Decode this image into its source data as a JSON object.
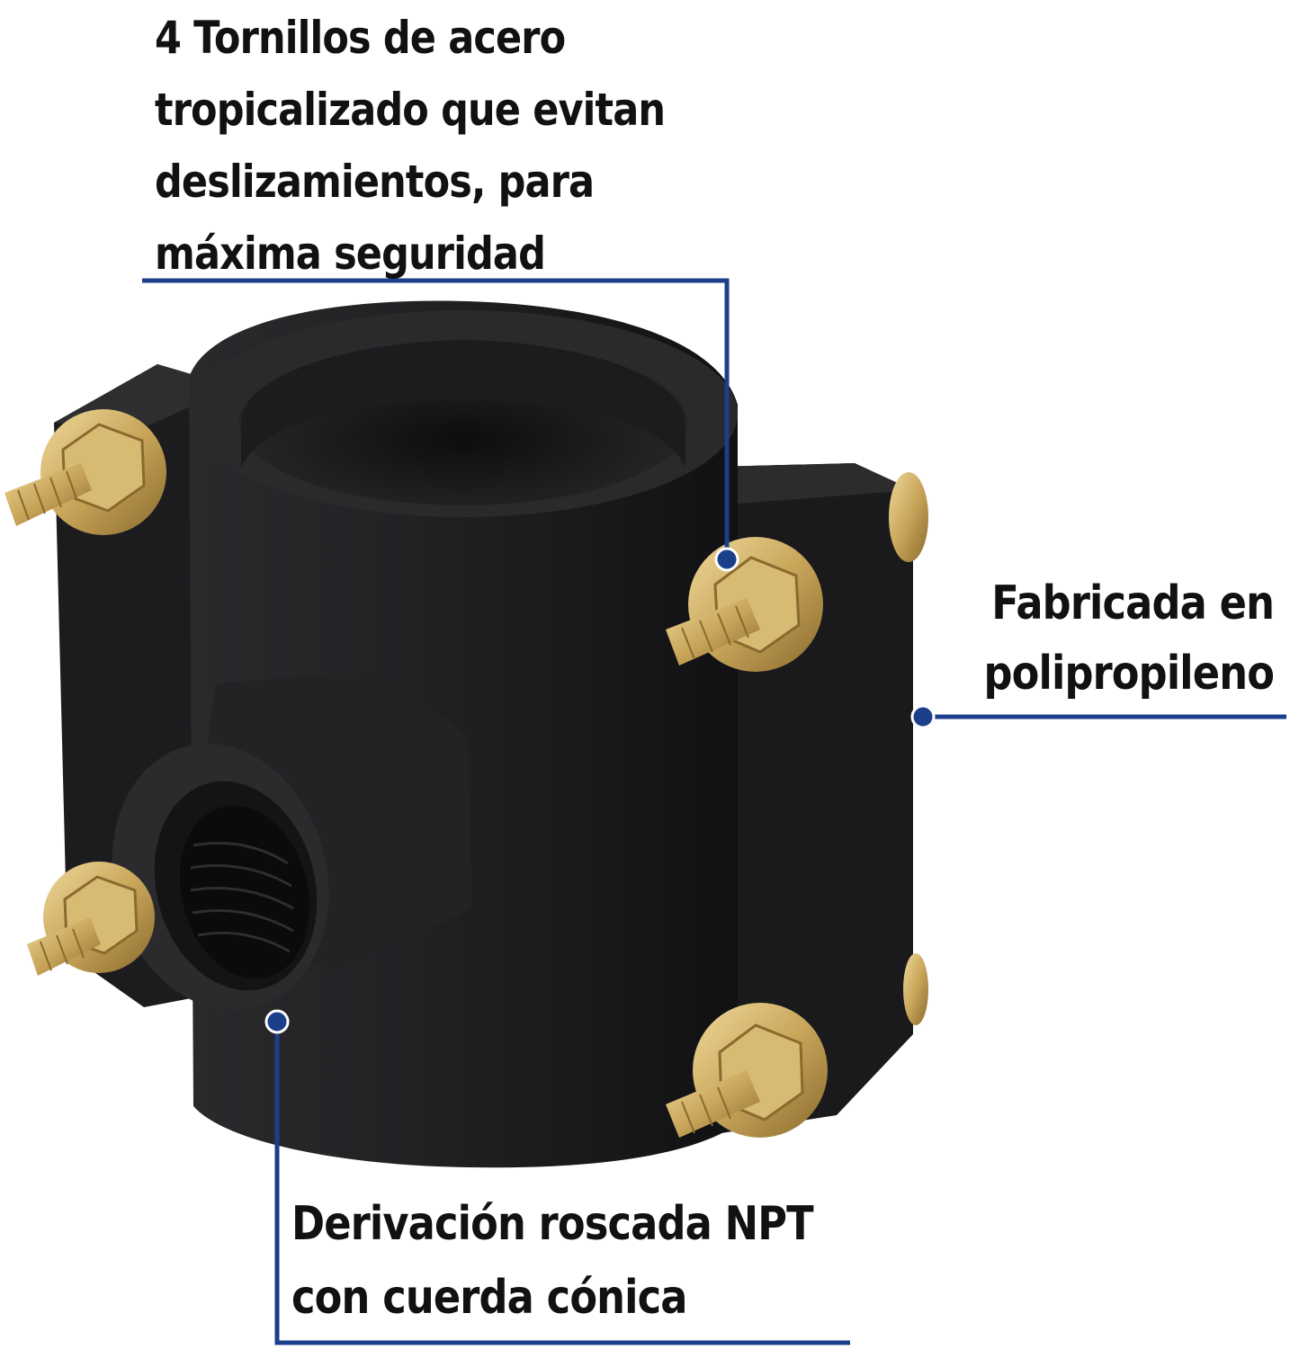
{
  "callouts": {
    "screws": {
      "lines": [
        "4 Tornillos de acero",
        "tropicalizado que evitan",
        "deslizamientos, para",
        "máxima seguridad"
      ]
    },
    "material": {
      "lines": [
        "Fabricada en",
        "polipropileno"
      ]
    },
    "thread": {
      "lines": [
        "Derivación roscada NPT",
        "con cuerda cónica"
      ]
    }
  },
  "colors": {
    "leader_line": "#1b3f8a",
    "text": "#111111",
    "body": "#1e1e20",
    "brass": "#c9a65a"
  },
  "product": {
    "icon": "pipe-saddle-clamp-icon"
  }
}
